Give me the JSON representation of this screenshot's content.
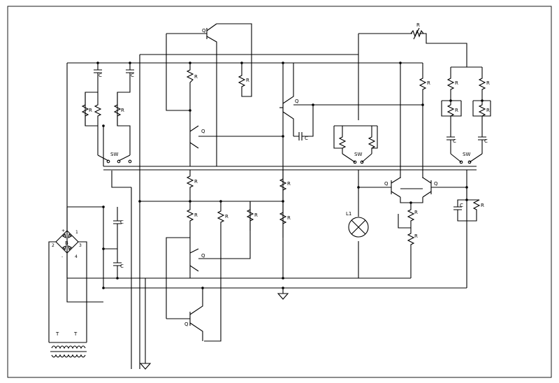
{
  "labels": {
    "resistor": "R",
    "capacitor": "C",
    "transistor": "Q",
    "switch": "SW",
    "lamp": "L1",
    "transformer": "T",
    "bridge": "B",
    "bridge_plus": "+",
    "bridge_minus": "-",
    "pin1": "1",
    "pin2": "2",
    "pin3": "3",
    "pin4": "4"
  }
}
